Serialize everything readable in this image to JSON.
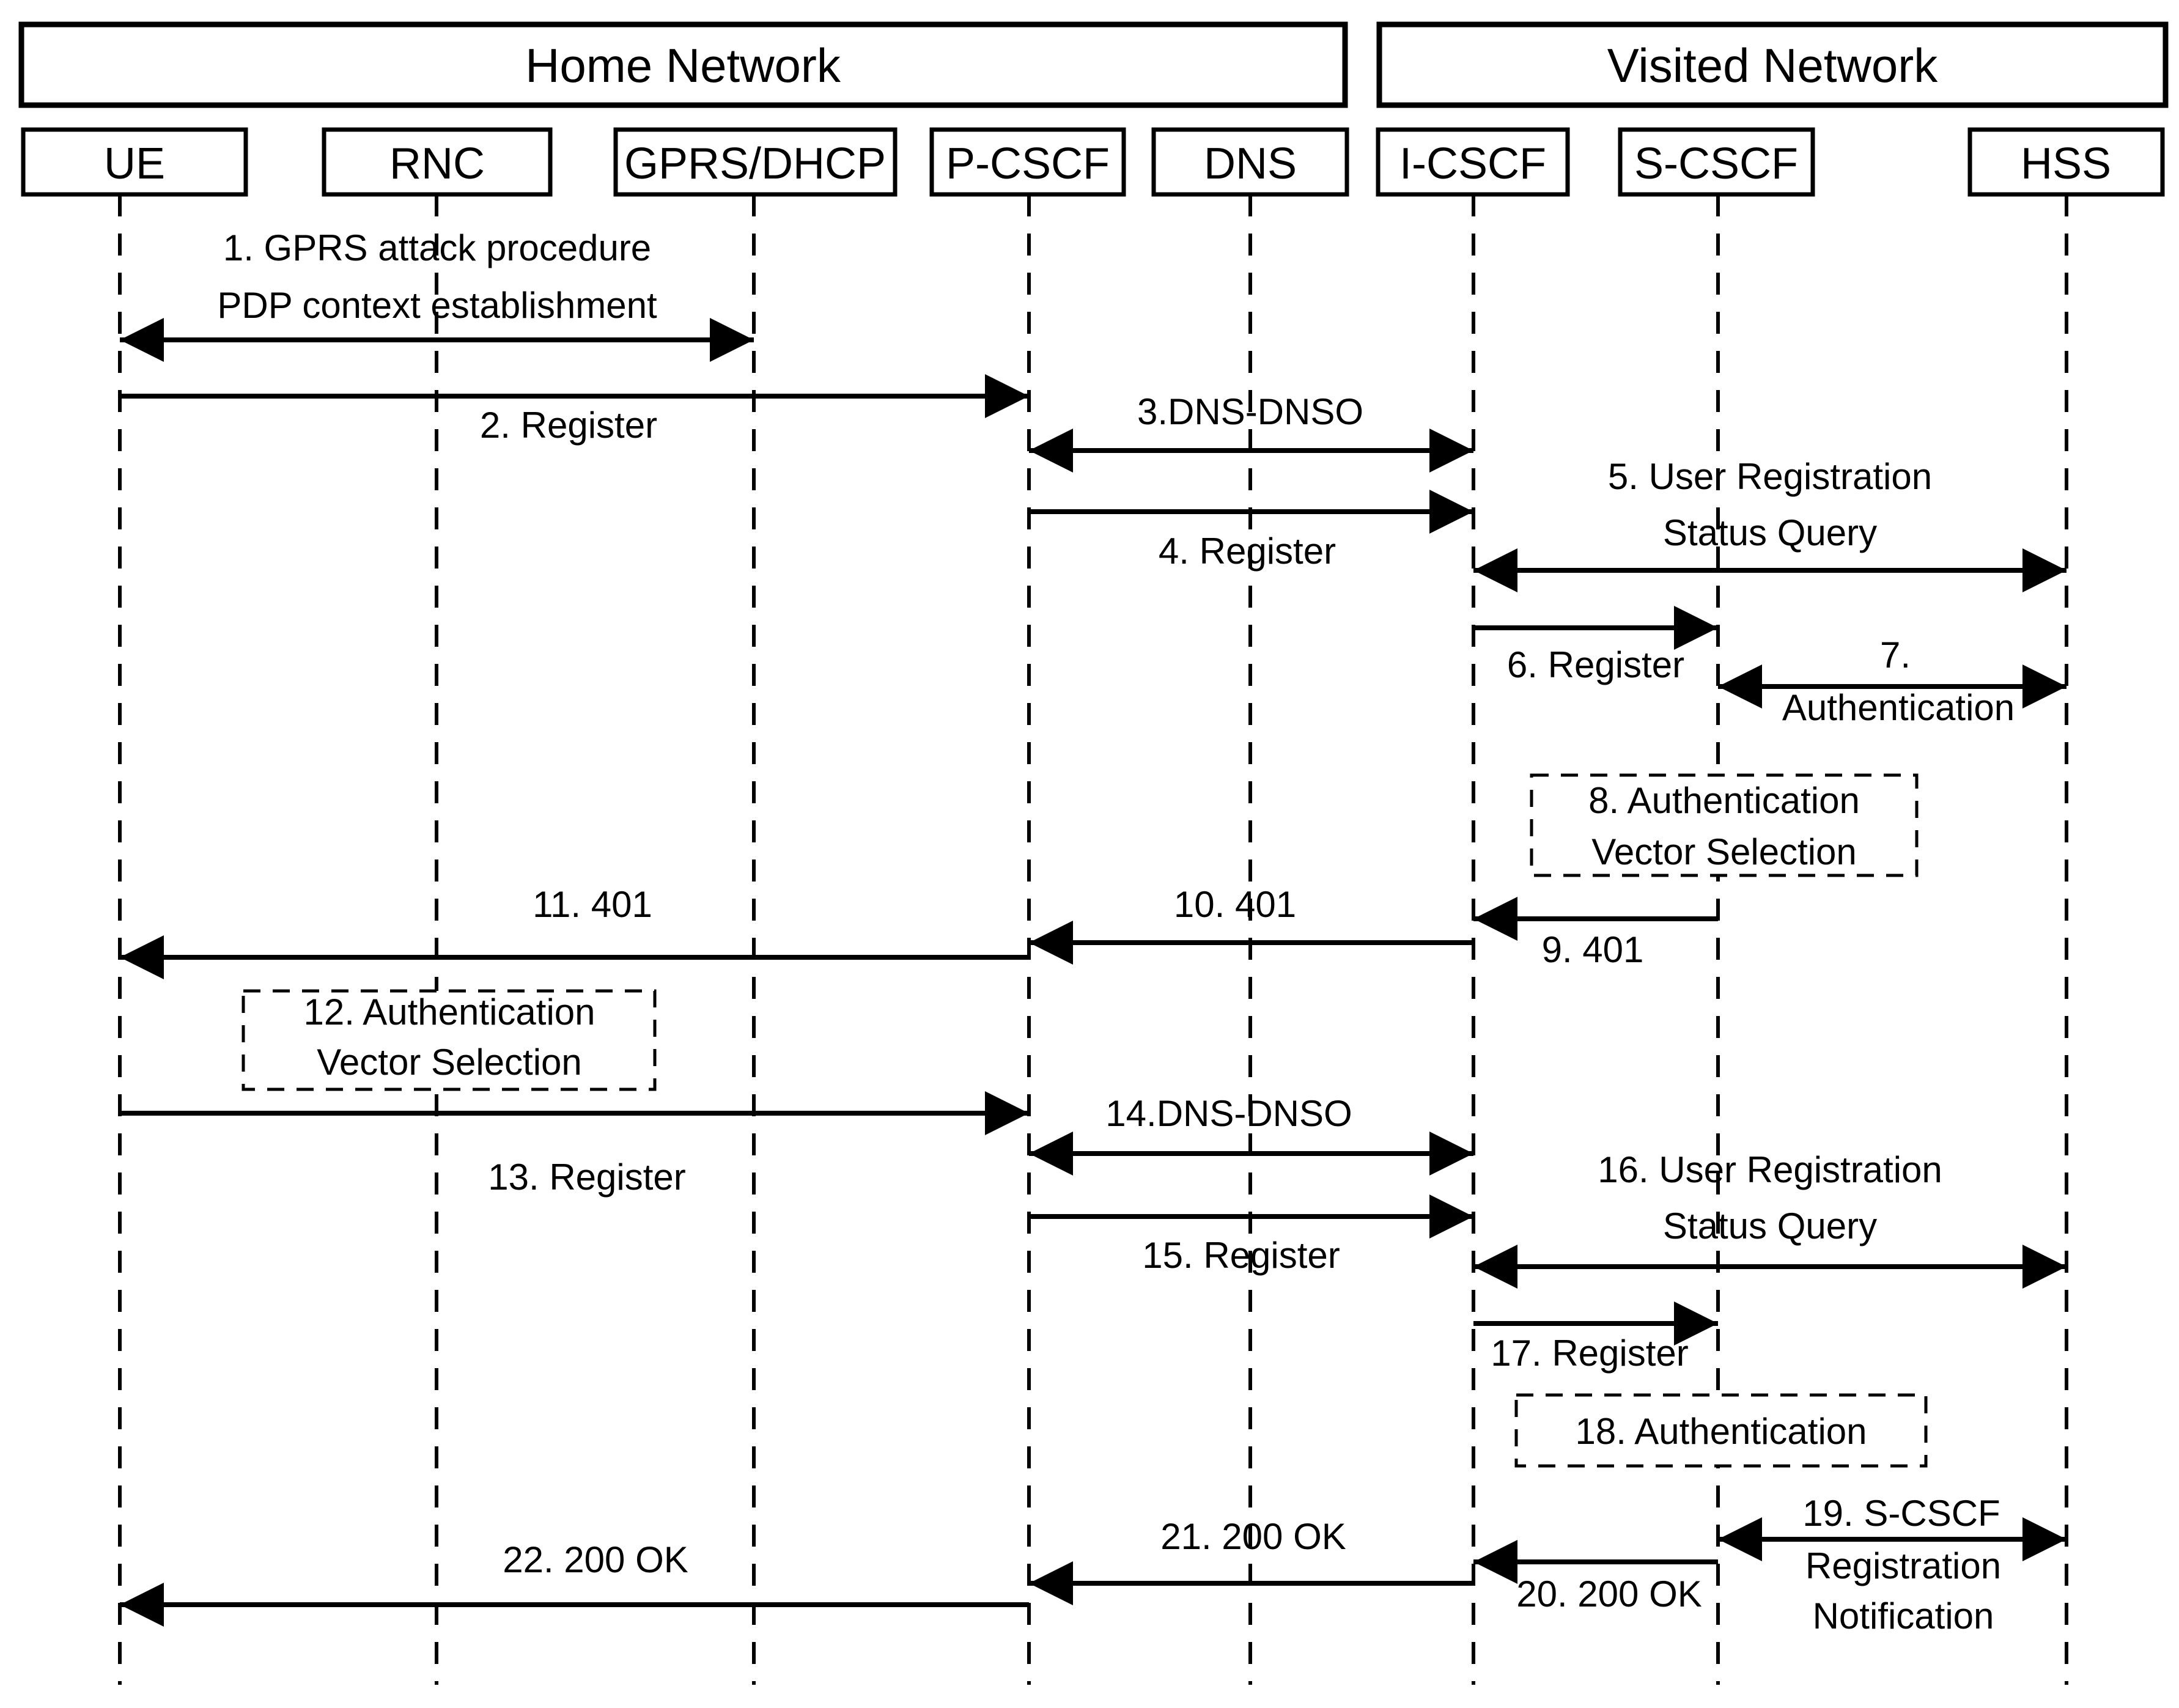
{
  "colors": {
    "ink": "#000000",
    "background": "#ffffff"
  },
  "groups": {
    "home": "Home Network",
    "visited": "Visited Network"
  },
  "actors": [
    {
      "label": "UE"
    },
    {
      "label": "RNC"
    },
    {
      "label": "GPRS/DHCP"
    },
    {
      "label": "P-CSCF"
    },
    {
      "label": "DNS"
    },
    {
      "label": "I-CSCF"
    },
    {
      "label": "S-CSCF"
    },
    {
      "label": "HSS"
    }
  ],
  "messages": {
    "m1": {
      "from": "UE",
      "to": "GPRS/DHCP",
      "direction": "both",
      "lines": [
        "1. GPRS attack procedure",
        "PDP context establishment"
      ]
    },
    "m2": {
      "from": "UE",
      "to": "P-CSCF",
      "direction": "right",
      "lines": [
        "2. Register"
      ]
    },
    "m3": {
      "from": "P-CSCF",
      "to": "I-CSCF",
      "direction": "both",
      "lines": [
        "3.DNS-DNSO"
      ]
    },
    "m4": {
      "from": "P-CSCF",
      "to": "I-CSCF",
      "direction": "right",
      "lines": [
        "4. Register"
      ]
    },
    "m5": {
      "from": "I-CSCF",
      "to": "HSS",
      "direction": "both",
      "lines": [
        "5. User Registration",
        "Status Query"
      ]
    },
    "m6": {
      "from": "I-CSCF",
      "to": "S-CSCF",
      "direction": "right",
      "lines": [
        "6. Register"
      ]
    },
    "m7": {
      "from": "S-CSCF",
      "to": "HSS",
      "direction": "both",
      "lines": [
        "7.",
        "Authentication"
      ]
    },
    "m9": {
      "from": "S-CSCF",
      "to": "I-CSCF",
      "direction": "left",
      "lines": [
        "9. 401"
      ]
    },
    "m10": {
      "from": "I-CSCF",
      "to": "P-CSCF",
      "direction": "left",
      "lines": [
        "10. 401"
      ]
    },
    "m11": {
      "from": "P-CSCF",
      "to": "UE",
      "direction": "left",
      "lines": [
        "11. 401"
      ]
    },
    "m13": {
      "from": "UE",
      "to": "P-CSCF",
      "direction": "right",
      "lines": [
        "13. Register"
      ]
    },
    "m14": {
      "from": "P-CSCF",
      "to": "I-CSCF",
      "direction": "both",
      "lines": [
        "14.DNS-DNSO"
      ]
    },
    "m15": {
      "from": "P-CSCF",
      "to": "I-CSCF",
      "direction": "right",
      "lines": [
        "15. Register"
      ]
    },
    "m16": {
      "from": "I-CSCF",
      "to": "HSS",
      "direction": "both",
      "lines": [
        "16. User Registration",
        "Status Query"
      ]
    },
    "m17": {
      "from": "I-CSCF",
      "to": "S-CSCF",
      "direction": "right",
      "lines": [
        "17. Register"
      ]
    },
    "m19": {
      "from": "S-CSCF",
      "to": "HSS",
      "direction": "both",
      "lines": [
        "19. S-CSCF",
        "Registration",
        "Notification"
      ]
    },
    "m20": {
      "from": "S-CSCF",
      "to": "I-CSCF",
      "direction": "left",
      "lines": [
        "20. 200 OK"
      ]
    },
    "m21": {
      "from": "I-CSCF",
      "to": "P-CSCF",
      "direction": "left",
      "lines": [
        "21. 200 OK"
      ]
    },
    "m22": {
      "from": "P-CSCF",
      "to": "UE",
      "direction": "left",
      "lines": [
        "22. 200 OK"
      ]
    }
  },
  "process_boxes": {
    "b8": {
      "on": "S-CSCF",
      "lines": [
        "8. Authentication",
        "Vector Selection"
      ]
    },
    "b12": {
      "on": "RNC",
      "lines": [
        "12. Authentication",
        "Vector Selection"
      ]
    },
    "b18": {
      "on": "S-CSCF",
      "lines": [
        "18. Authentication"
      ]
    }
  }
}
